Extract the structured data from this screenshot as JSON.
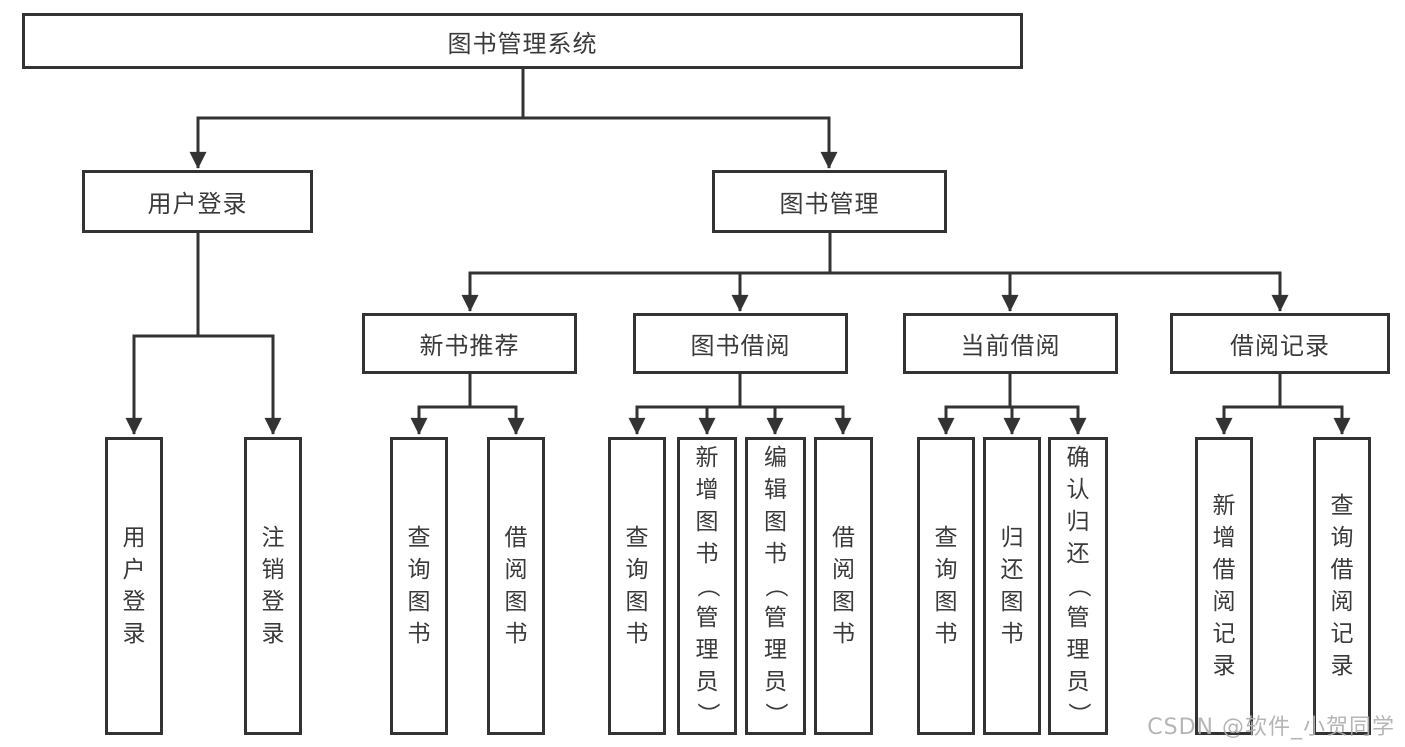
{
  "diagram": {
    "colors": {
      "line": "#333333",
      "box_border": "#333333",
      "box_fill": "#ffffff",
      "text": "#3a3a3a",
      "background": "#ffffff",
      "watermark": "#afafaf"
    },
    "tree": {
      "root": "图书管理系统",
      "children": [
        {
          "label": "用户登录",
          "children": [
            {
              "label": "用户登录"
            },
            {
              "label": "注销登录"
            }
          ]
        },
        {
          "label": "图书管理",
          "children": [
            {
              "label": "新书推荐",
              "children": [
                {
                  "label": "查询图书"
                },
                {
                  "label": "借阅图书"
                }
              ]
            },
            {
              "label": "图书借阅",
              "children": [
                {
                  "label": "查询图书"
                },
                {
                  "label": "新增图书（管理员）"
                },
                {
                  "label": "编辑图书（管理员）"
                },
                {
                  "label": "借阅图书"
                }
              ]
            },
            {
              "label": "当前借阅",
              "children": [
                {
                  "label": "查询图书"
                },
                {
                  "label": "归还图书"
                },
                {
                  "label": "确认归还（管理员）"
                }
              ]
            },
            {
              "label": "借阅记录",
              "children": [
                {
                  "label": "新增借阅记录"
                },
                {
                  "label": "查询借阅记录"
                }
              ]
            }
          ]
        }
      ]
    },
    "watermark": "CSDN @软件_小贺同学"
  }
}
